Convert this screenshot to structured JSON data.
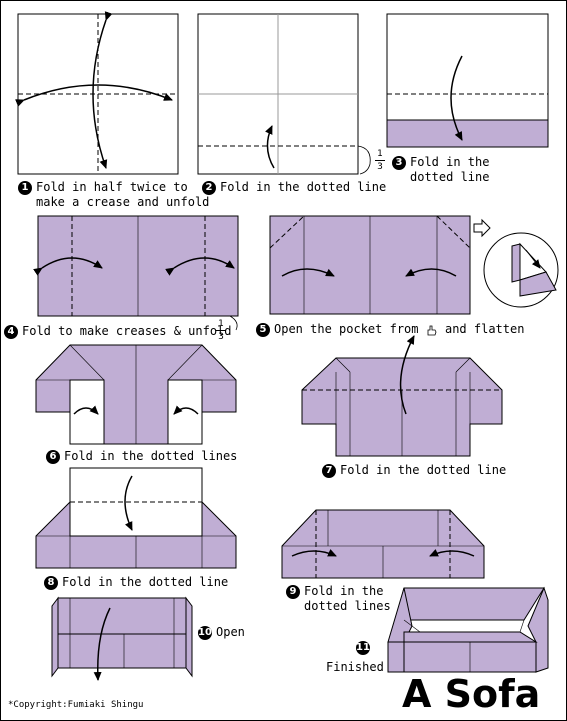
{
  "colors": {
    "paper": "#ffffff",
    "color_side": "#c0aed4",
    "line": "#000000"
  },
  "steps": [
    {
      "num": "1",
      "text": [
        "Fold in half twice to",
        "make a crease and unfold"
      ]
    },
    {
      "num": "2",
      "text": [
        "Fold in the dotted line"
      ]
    },
    {
      "num": "3",
      "text": [
        "Fold in the",
        "dotted line"
      ]
    },
    {
      "num": "4",
      "text": [
        "Fold to make creases & unfold"
      ]
    },
    {
      "num": "5",
      "text": [
        "Open the pocket from",
        "and flatten"
      ]
    },
    {
      "num": "6",
      "text": [
        "Fold in the dotted lines"
      ]
    },
    {
      "num": "7",
      "text": [
        "Fold in the dotted line"
      ]
    },
    {
      "num": "8",
      "text": [
        "Fold in the dotted line"
      ]
    },
    {
      "num": "9",
      "text": [
        "Fold in the",
        "dotted lines"
      ]
    },
    {
      "num": "10",
      "text": [
        "Open"
      ]
    },
    {
      "num": "11",
      "text": [
        "Finished"
      ]
    }
  ],
  "fraction": {
    "numerator": "1",
    "denominator": "3"
  },
  "title": "A Sofa",
  "copyright": "*Copyright:Fumiaki Shingu"
}
